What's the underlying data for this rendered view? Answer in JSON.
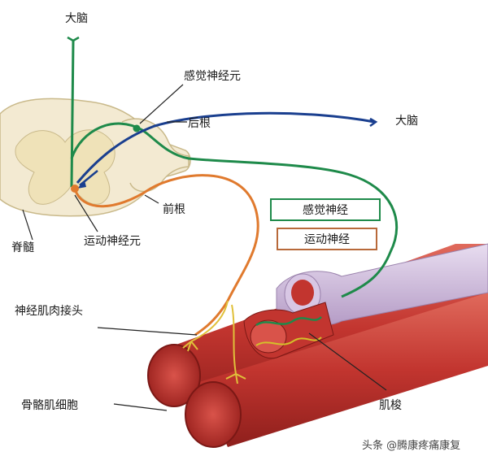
{
  "labels": {
    "brain_top": "大脑",
    "brain_right": "大脑",
    "sensory_neuron": "感觉神经元",
    "dorsal_root": "后根",
    "ventral_root": "前根",
    "spinal_cord": "脊髓",
    "motor_neuron": "运动神经元",
    "sensory_nerve": "感觉神经",
    "motor_nerve": "运动神经",
    "nm_junction": "神经肌肉接头",
    "muscle_fiber": "骨骼肌细胞",
    "muscle_spindle": "肌梭"
  },
  "watermark": "头条 @腾康疼痛康复",
  "colors": {
    "sensory": "#1e8a4a",
    "motor": "#e07a2e",
    "descending": "#1a3f8f",
    "spinal_cord": "#f3ead2",
    "grey_matter": "#efe2b8",
    "muscle": "#c2352f",
    "muscle_dark": "#8e1f1c",
    "spindle_sheath": "#cdb8d8"
  }
}
